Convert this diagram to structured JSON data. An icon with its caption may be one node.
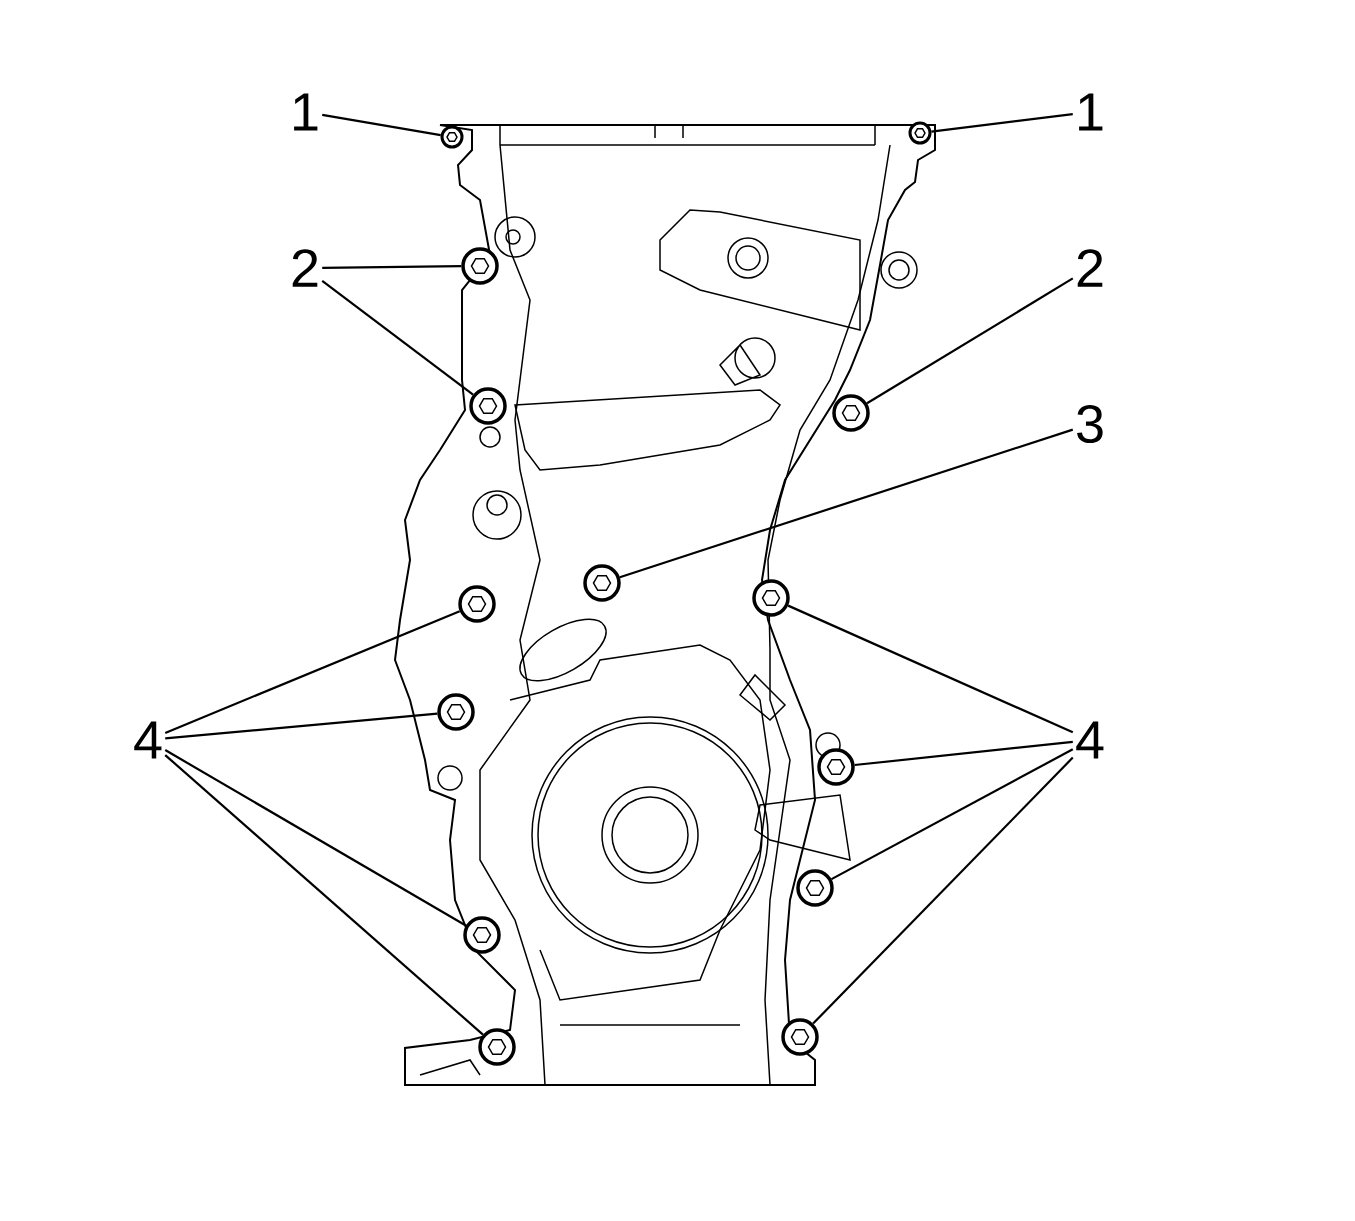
{
  "diagram": {
    "nodes": [
      {
        "text": [
          "1"
        ]
      },
      {
        "text": [
          "1"
        ]
      },
      {
        "text": [
          "2"
        ]
      },
      {
        "text": [
          "2"
        ]
      },
      {
        "text": [
          "3"
        ]
      },
      {
        "text": [
          "4"
        ]
      },
      {
        "text": [
          "4"
        ]
      },
      {
        "text": [],
        "shape": "circle"
      },
      {
        "text": [],
        "shape": "circle"
      },
      {
        "text": [],
        "shape": "circle"
      },
      {
        "text": [],
        "shape": "circle"
      },
      {
        "text": [],
        "shape": "circle"
      },
      {
        "text": [],
        "shape": "circle"
      },
      {
        "text": [],
        "shape": "circle"
      },
      {
        "text": [],
        "shape": "circle"
      },
      {
        "text": [],
        "shape": "circle"
      },
      {
        "text": [],
        "shape": "circle"
      },
      {
        "text": [],
        "shape": "circle"
      },
      {
        "text": [],
        "shape": "circle"
      },
      {
        "text": [],
        "shape": "circle"
      },
      {
        "text": [],
        "shape": "circle"
      }
    ],
    "edges": [
      {
        "from": 0,
        "to": 7,
        "arrow": "none"
      },
      {
        "from": 1,
        "to": 8,
        "arrow": "none"
      },
      {
        "from": 2,
        "to": 9,
        "arrow": "none"
      },
      {
        "from": 2,
        "to": 10,
        "arrow": "none"
      },
      {
        "from": 3,
        "to": 11,
        "arrow": "none"
      },
      {
        "from": 4,
        "to": 12,
        "arrow": "none"
      },
      {
        "from": 5,
        "to": 13,
        "arrow": "none"
      },
      {
        "from": 5,
        "to": 15,
        "arrow": "none"
      },
      {
        "from": 5,
        "to": 18,
        "arrow": "none"
      },
      {
        "from": 5,
        "to": 19,
        "arrow": "none"
      },
      {
        "from": 6,
        "to": 14,
        "arrow": "none"
      },
      {
        "from": 6,
        "to": 16,
        "arrow": "none"
      },
      {
        "from": 6,
        "to": 17,
        "arrow": "none"
      },
      {
        "from": 6,
        "to": 20,
        "arrow": "none"
      }
    ]
  }
}
